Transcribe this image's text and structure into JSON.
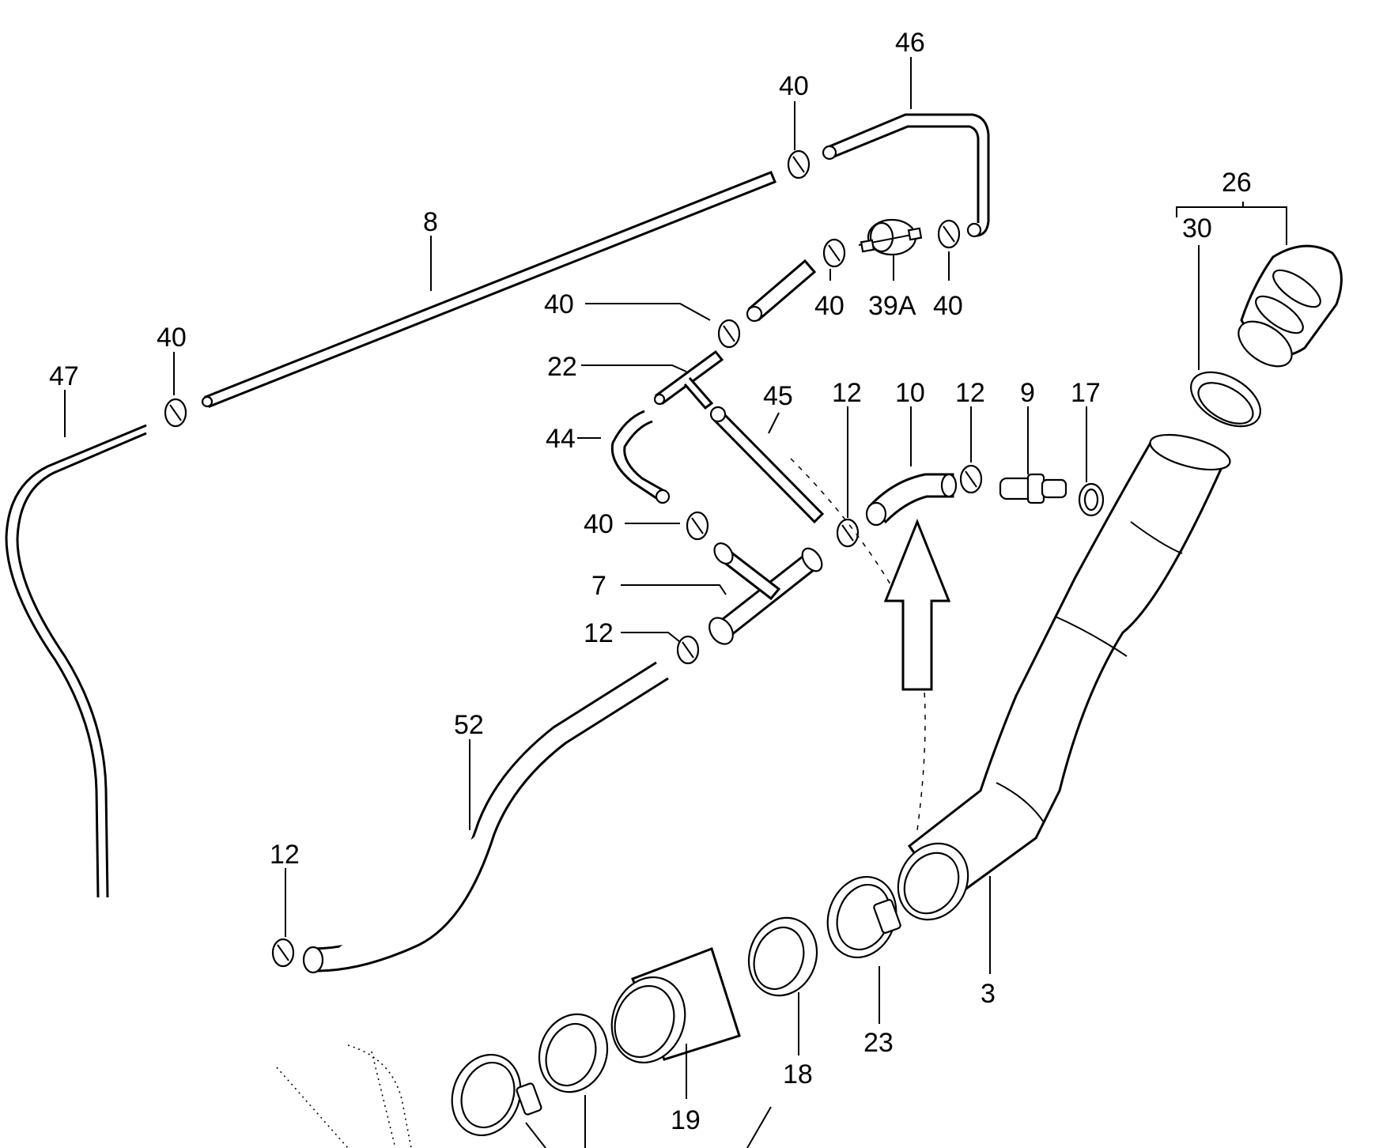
{
  "labels": {
    "p46": "46",
    "p40_top": "40",
    "p26": "26",
    "p30": "30",
    "p8": "8",
    "p40_upper_mid": "40",
    "p40_valve_left": "40",
    "p39a": "39A",
    "p40_valve_right": "40",
    "p40_left": "40",
    "p47": "47",
    "p22": "22",
    "p45": "45",
    "p12_a": "12",
    "p10": "10",
    "p12_b": "12",
    "p9": "9",
    "p17": "17",
    "p44": "44",
    "p40_lower": "40",
    "p7": "7",
    "p12_c": "12",
    "p52": "52",
    "p12_d": "12",
    "p3": "3",
    "p23": "23",
    "p18": "18",
    "p19": "19"
  }
}
